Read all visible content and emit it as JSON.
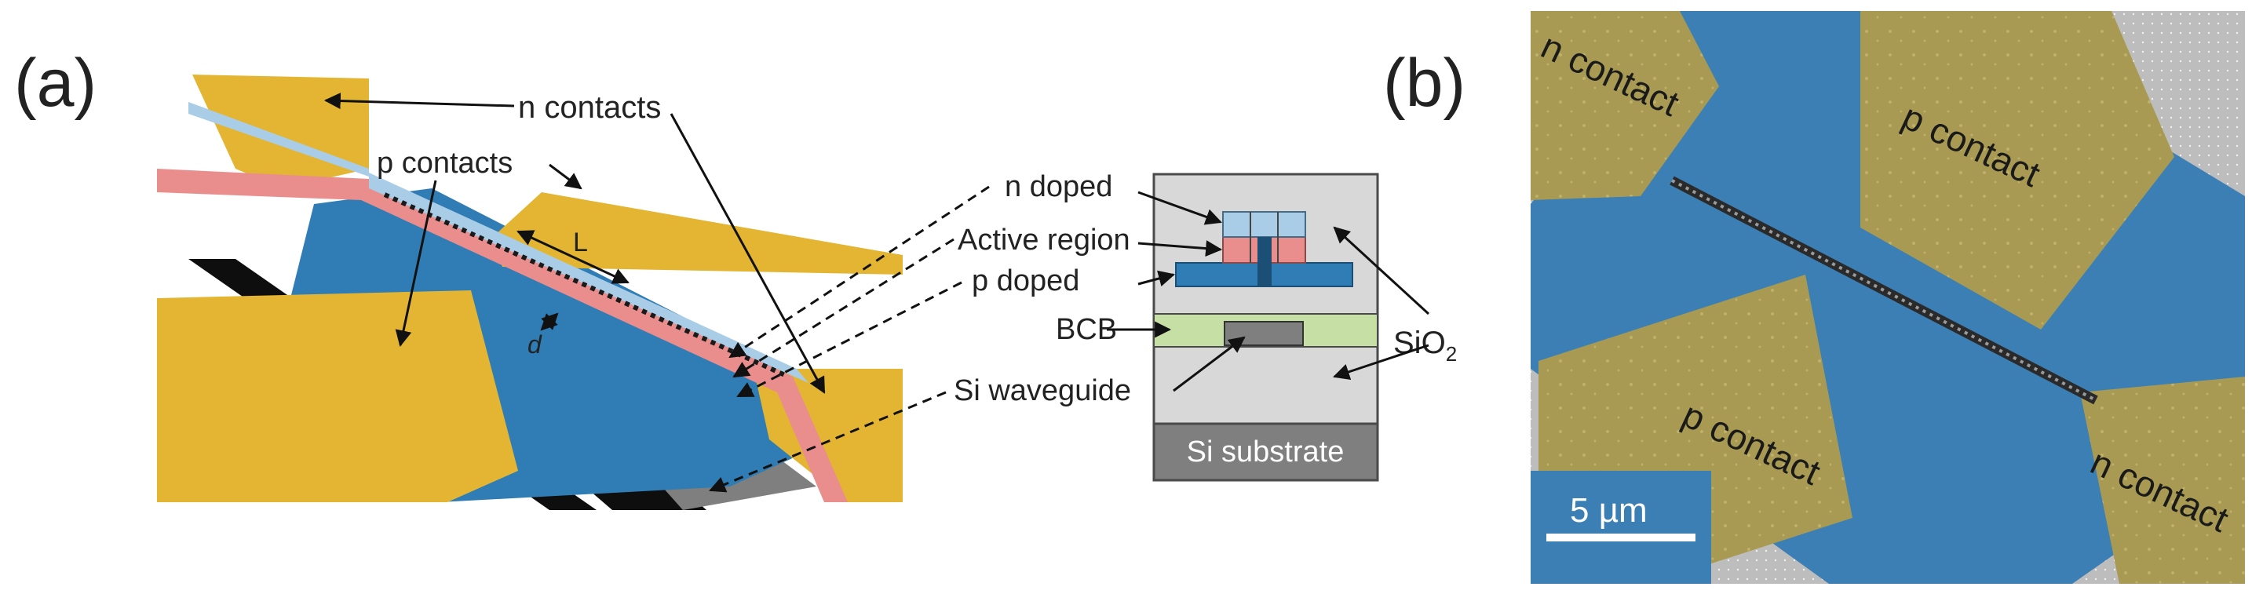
{
  "panel_a": {
    "label": "(a)",
    "device": {
      "n_contacts": "n contacts",
      "p_contacts": "p contacts",
      "length_label": "L",
      "distance_label": "d"
    },
    "cross_section": {
      "n_doped": "n doped",
      "active_region": "Active region",
      "p_doped": "p doped",
      "bcb": "BCB",
      "si_waveguide": "Si waveguide",
      "sio2": "SiO",
      "sio2_sub": "2",
      "si_substrate": "Si substrate"
    }
  },
  "panel_b": {
    "label": "(b)",
    "n_contact_top": "n contact",
    "p_contact_top": "p contact",
    "p_contact_bottom": "p contact",
    "n_contact_bottom": "n contact",
    "scale_bar": "5 µm"
  },
  "colors": {
    "gold": "#e3b532",
    "blue": "#2f7db4",
    "pink": "#e98d8d",
    "light_blue": "#a9cde6",
    "green": "#c6dfa4",
    "grey": "#d8d8d8",
    "dark_grey": "#7f7f7f",
    "sem_yellow": "#a89a52",
    "sem_blue": "#3b7fb5"
  }
}
